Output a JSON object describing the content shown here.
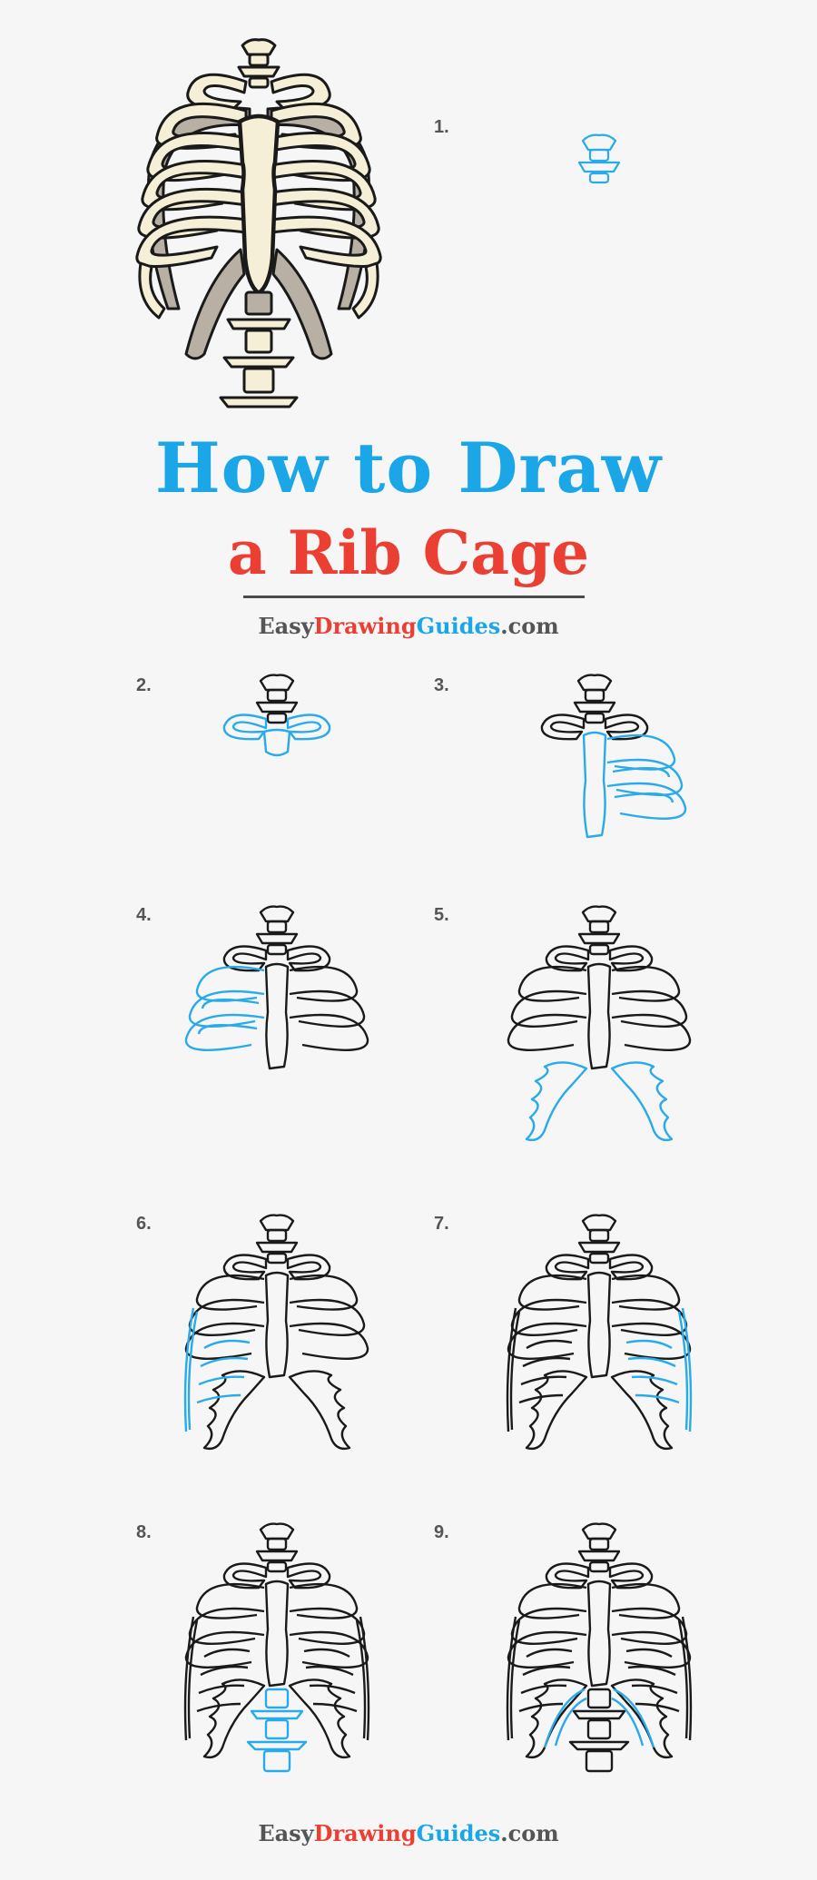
{
  "header": {
    "title_line1": "How to Draw",
    "title_line2": "a Rib Cage"
  },
  "brand_top": {
    "part1": "Easy",
    "part2": "Drawing",
    "part3": "Guides",
    "part4": ".com"
  },
  "brand_bottom": {
    "part1": "Easy",
    "part2": "Drawing",
    "part3": "Guides",
    "part4": ".com"
  },
  "steps": [
    {
      "label": "1."
    },
    {
      "label": "2."
    },
    {
      "label": "3."
    },
    {
      "label": "4."
    },
    {
      "label": "5."
    },
    {
      "label": "6."
    },
    {
      "label": "7."
    },
    {
      "label": "8."
    },
    {
      "label": "9."
    }
  ],
  "colors": {
    "background": "#f6f6f6",
    "title_blue": "#1ba6e8",
    "title_red": "#ec3f34",
    "line_black": "#1a1a1a",
    "step_blue": "#29aaea",
    "bone_cream": "#f5efd7",
    "bone_gray": "#b8b0a4"
  }
}
